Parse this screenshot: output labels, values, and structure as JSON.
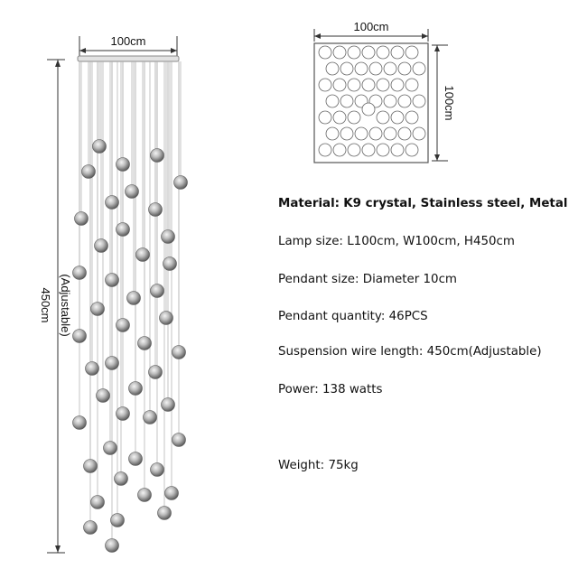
{
  "dimensions": {
    "side_width": "100cm",
    "top_width": "100cm",
    "top_depth": "100cm",
    "height": "450cm",
    "height_note": "(Adjustable)"
  },
  "specs": [
    {
      "label": "Material:",
      "value": "K9 crystal, Stainless steel, Metal"
    },
    {
      "label": "Lamp size:",
      "value": "L100cm, W100cm, H450cm"
    },
    {
      "label": "Pendant size:",
      "value": "Diameter 10cm"
    },
    {
      "label": "Pendant quantity:",
      "value": "46PCS"
    },
    {
      "label": "Suspension wire length:",
      "value": "450cm(Adjustable)"
    },
    {
      "label": "Power:",
      "value": "138 watts"
    },
    {
      "label": "Weight:",
      "value": "75kg"
    }
  ],
  "pendant_count_side_view": 46,
  "pendant_count_top_view": 46
}
